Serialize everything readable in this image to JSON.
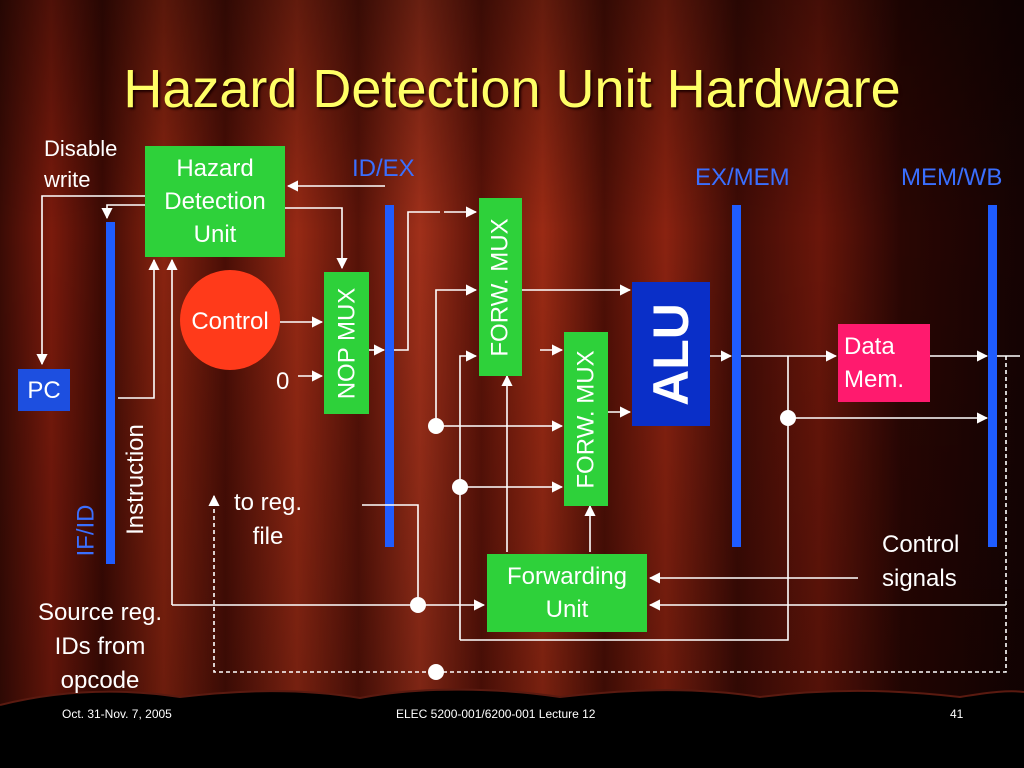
{
  "title": "Hazard Detection Unit Hardware",
  "labels": {
    "disable_write": "Disable write",
    "id_ex": "ID/EX",
    "ex_mem": "EX/MEM",
    "mem_wb": "MEM/WB",
    "if_id": "IF/ID",
    "instruction": "Instruction",
    "zero": "0",
    "to_reg_file": "to reg. file",
    "control_signals": "Control signals",
    "source_reg": "Source reg. IDs from opcode"
  },
  "boxes": {
    "hazard_detection_unit": "Hazard Detection Unit",
    "control": "Control",
    "pc": "PC",
    "nop_mux": "NOP MUX",
    "forw_mux_1": "FORW. MUX",
    "forw_mux_2": "FORW. MUX",
    "alu": "ALU",
    "data_mem": "Data Mem.",
    "forwarding_unit": "Forwarding Unit"
  },
  "footer": {
    "date": "Oct. 31-Nov. 7, 2005",
    "course": "ELEC 5200-001/6200-001 Lecture 12",
    "page": "41"
  },
  "colors": {
    "title": "#ffff66",
    "pipeline_register": "#1f5cff",
    "unit_box": "#2ed13a",
    "control": "#ff3a1a",
    "alu": "#0a2fc8",
    "data_mem": "#ff1a6e"
  }
}
